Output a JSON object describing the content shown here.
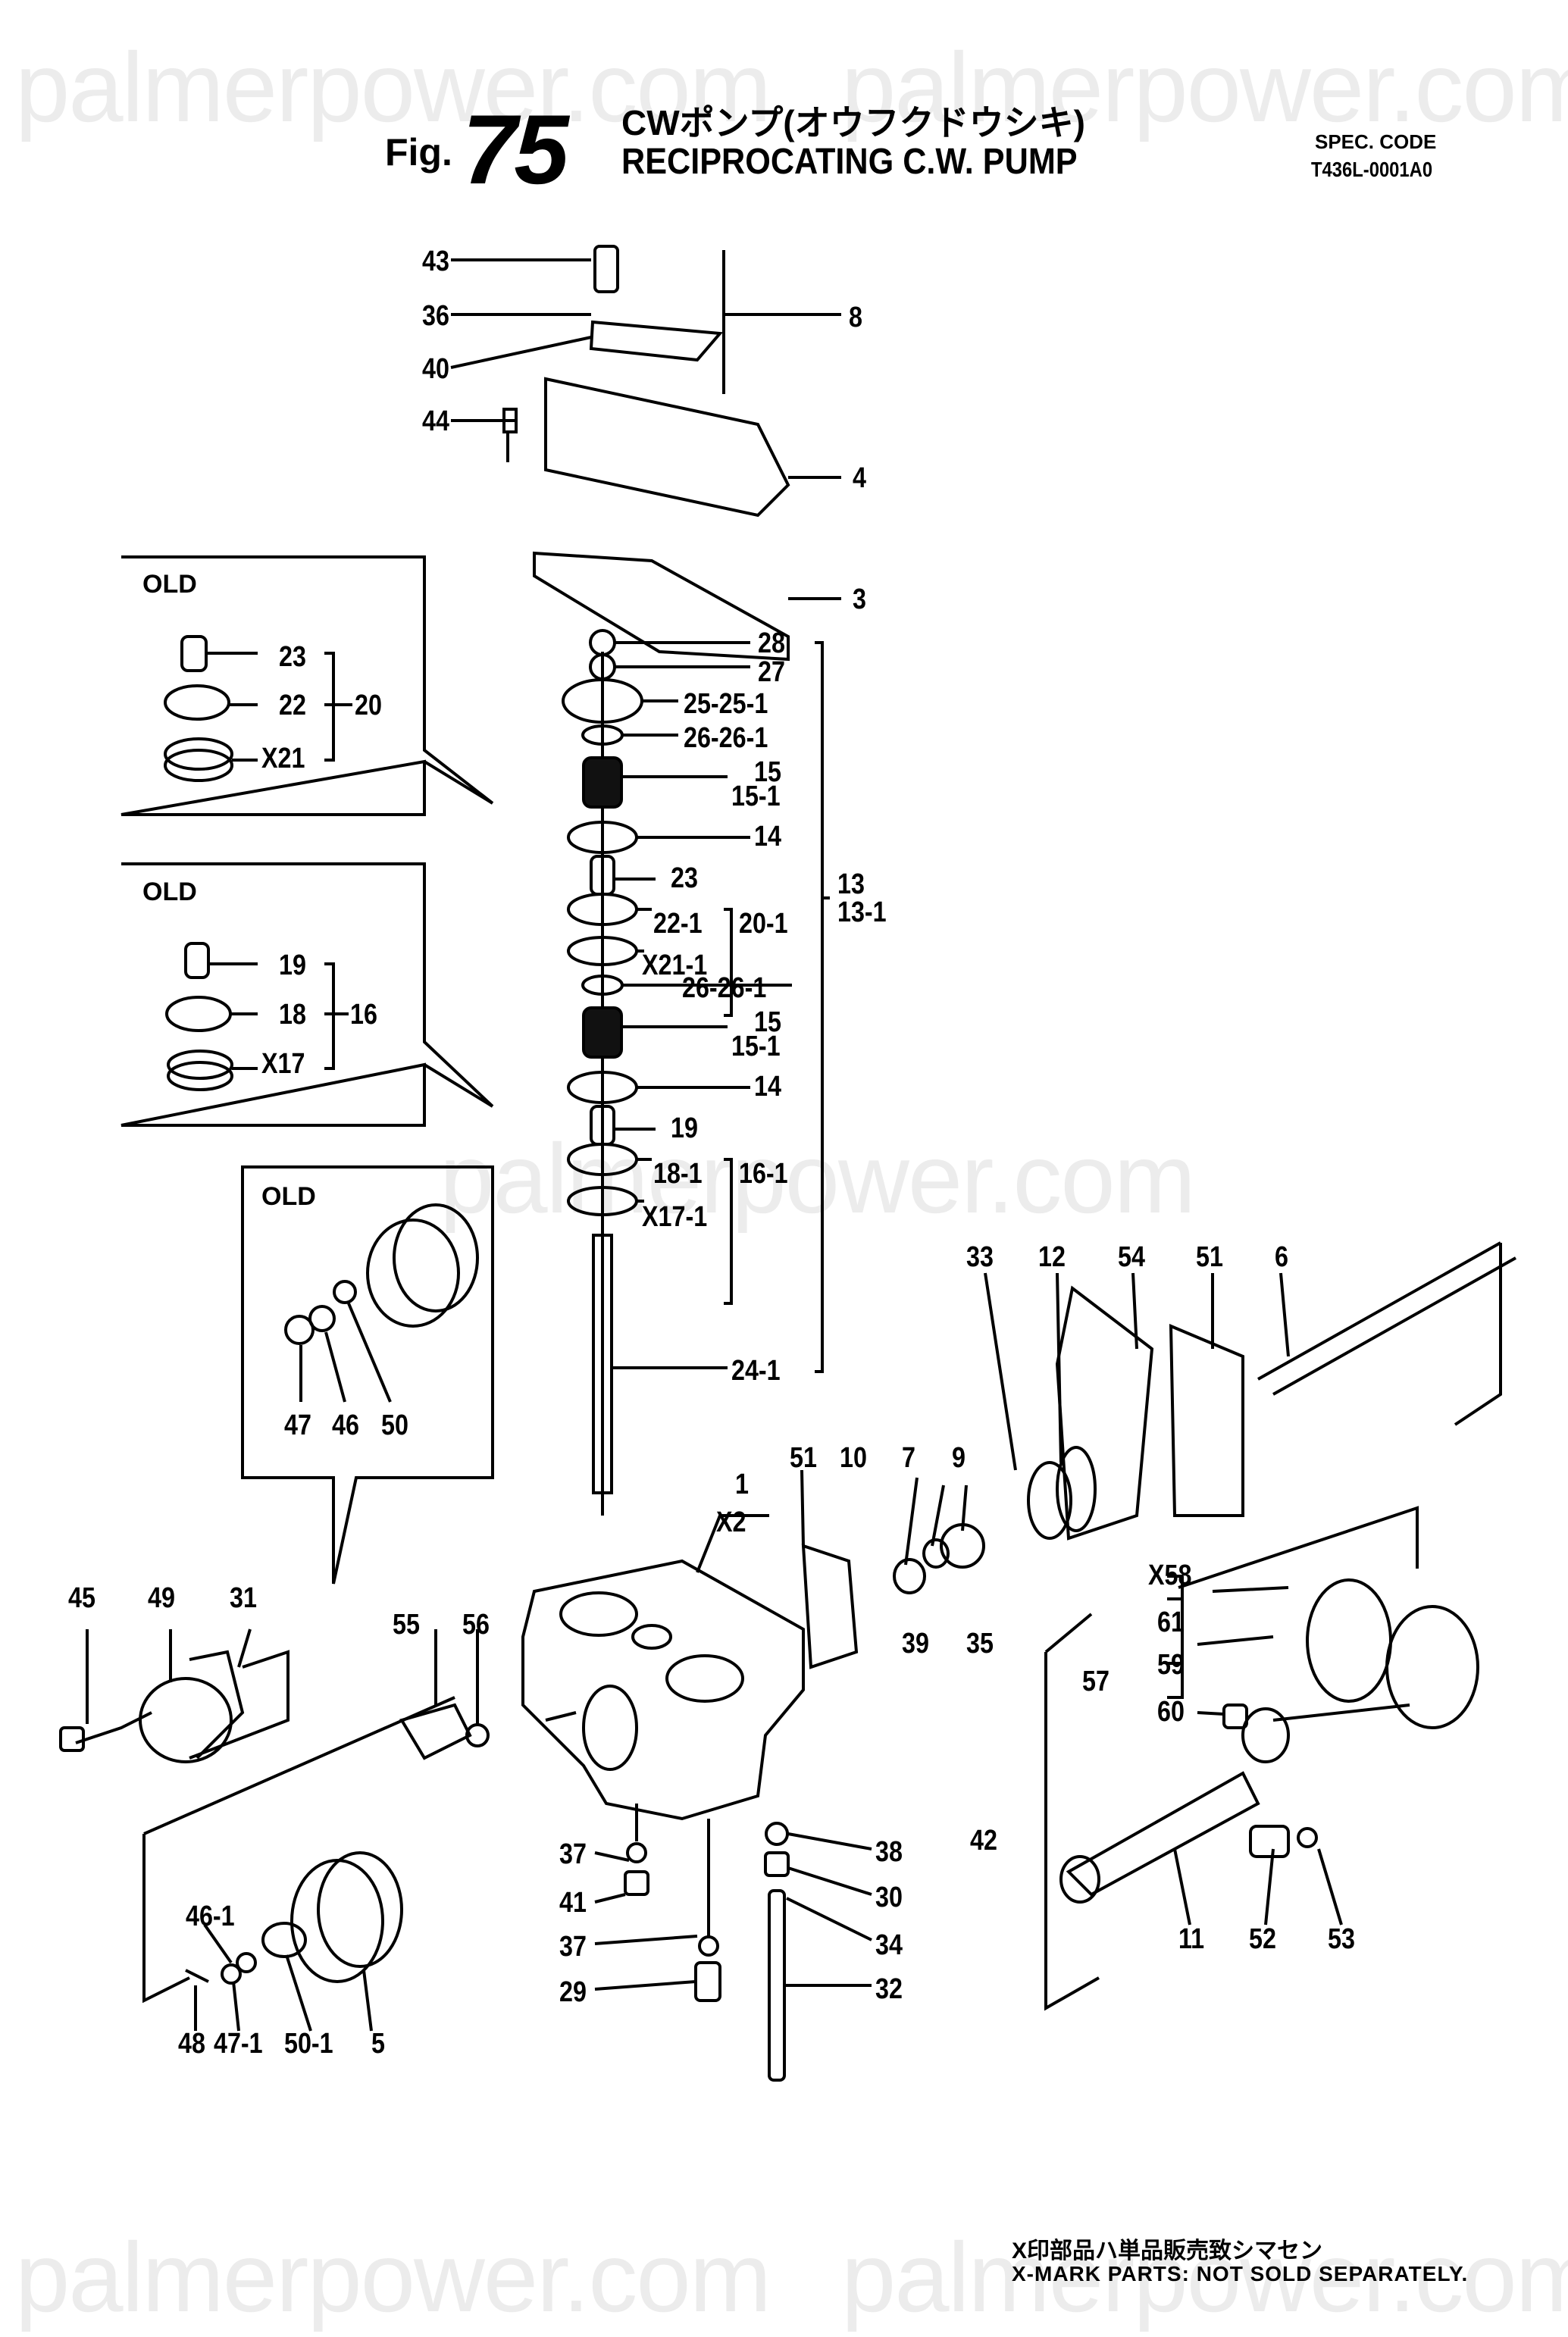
{
  "watermark": "palmerpower.com",
  "header": {
    "fig_prefix": "Fig.",
    "fig_number": "75",
    "title_jp": "CWポンプ(オウフクドウシキ)",
    "title_en": "RECIPROCATING C.W. PUMP",
    "spec_label": "SPEC. CODE",
    "spec_code": "T436L-0001A0"
  },
  "insets": [
    {
      "title": "OLD",
      "labels": [
        "23",
        "22",
        "X21",
        "20"
      ]
    },
    {
      "title": "OLD",
      "labels": [
        "19",
        "18",
        "X17",
        "16"
      ]
    },
    {
      "title": "OLD",
      "labels": [
        "47",
        "46",
        "50"
      ]
    }
  ],
  "callouts": {
    "top": [
      "43",
      "36",
      "40",
      "44",
      "8",
      "4",
      "3"
    ],
    "valve_stack": [
      "28",
      "27",
      "25-25-1",
      "26-26-1",
      "15",
      "15-1",
      "14",
      "23",
      "22-1",
      "20-1",
      "X21-1",
      "26-26-1",
      "15",
      "15-1",
      "14",
      "19",
      "18-1",
      "16-1",
      "X17-1",
      "24-1",
      "13",
      "13-1"
    ],
    "right_shaft": [
      "33",
      "12",
      "54",
      "51",
      "6",
      "51",
      "10",
      "7",
      "9"
    ],
    "body": [
      "1",
      "X2",
      "55",
      "56",
      "39",
      "35",
      "42"
    ],
    "left_lower": [
      "45",
      "49",
      "31",
      "46-1",
      "48",
      "47-1",
      "50-1",
      "5"
    ],
    "drain": [
      "37",
      "41",
      "37",
      "29",
      "38",
      "30",
      "34",
      "32"
    ],
    "rod": [
      "X58",
      "61",
      "57",
      "59",
      "60",
      "11",
      "52",
      "53"
    ]
  },
  "footnote": {
    "jp": "X印部品ハ単品販売致シマセン",
    "en": "X-MARK PARTS: NOT SOLD SEPARATELY."
  }
}
